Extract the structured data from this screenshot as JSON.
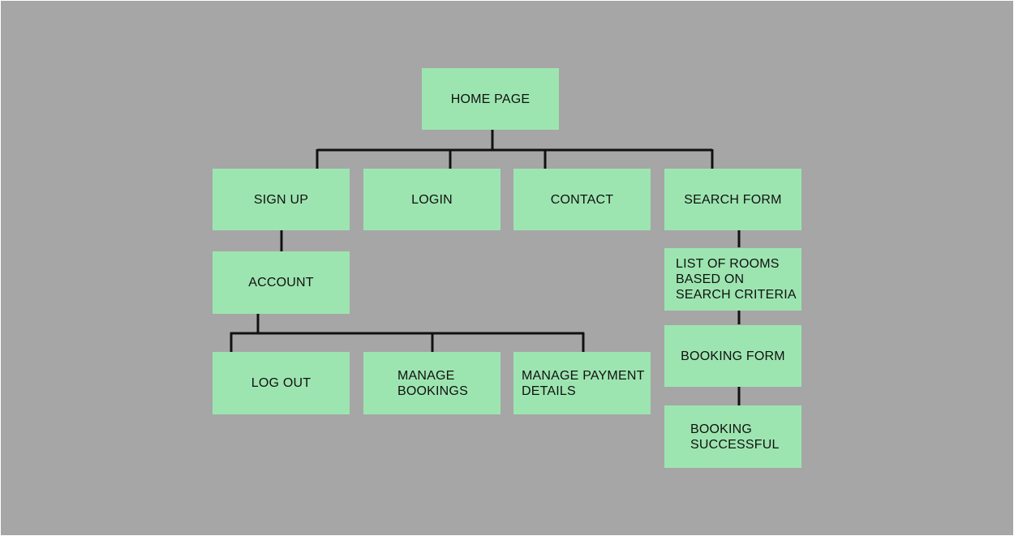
{
  "sitemap": {
    "home": "HOME PAGE",
    "sign_up": "SIGN UP",
    "login": "LOGIN",
    "contact": "CONTACT",
    "search_form": "SEARCH FORM",
    "account": "ACCOUNT",
    "log_out": "LOG OUT",
    "manage_bookings": "MANAGE\nBOOKINGS",
    "manage_payment_details": "MANAGE PAYMENT\nDETAILS",
    "list_of_rooms": "LIST OF ROOMS\nBASED ON\nSEARCH CRITERIA",
    "booking_form": "BOOKING FORM",
    "booking_successful": "BOOKING\nSUCCESSFUL"
  },
  "colors": {
    "background": "#a6a6a6",
    "node_fill": "#9de5b0",
    "connector": "#111111",
    "text": "#111111"
  }
}
